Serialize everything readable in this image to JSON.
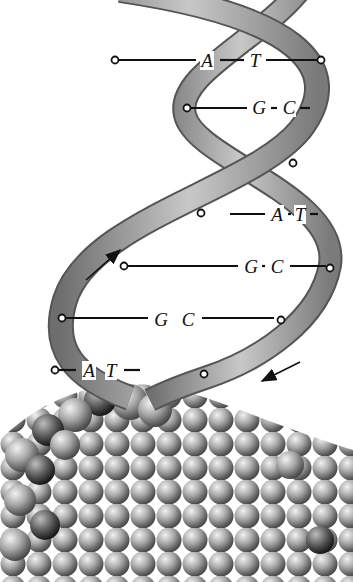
{
  "diagram": {
    "labels": [
      "A",
      "T",
      "G",
      "C",
      "A",
      "T",
      "G",
      "C",
      "G",
      "C",
      "A",
      "T"
    ]
  }
}
